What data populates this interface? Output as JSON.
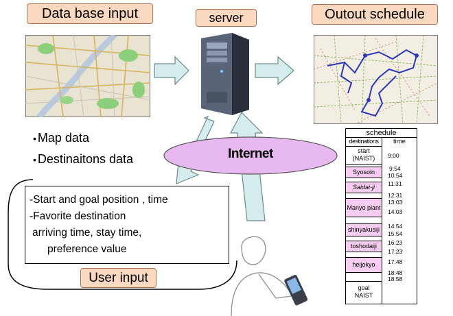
{
  "titles": {
    "database_input": "Data base input",
    "server": "server",
    "output_schedule": "Outout schedule",
    "user_input": "User input"
  },
  "database_items": [
    "Map data",
    "Destinaitons data"
  ],
  "internet_label": "Internet",
  "user_input_lines": [
    "-Start and goal position , time",
    "-Favorite destination",
    "arriving time, stay time,",
    "preference value"
  ],
  "schedule": {
    "title": "schedule",
    "col_destinations": "destinations",
    "col_time": "time",
    "rows": [
      {
        "name": "start\n(NAIST)",
        "highlight": false
      },
      {
        "name": "Syosoin",
        "highlight": true
      },
      {
        "name": "Saidai-ji",
        "highlight": true
      },
      {
        "name": "Manyo plant",
        "highlight": true
      },
      {
        "name": "shinyakusiji",
        "highlight": true
      },
      {
        "name": "toshodaiji",
        "highlight": true
      },
      {
        "name": "heijokyo",
        "highlight": true
      },
      {
        "name": "goal\nNAIST",
        "highlight": false
      }
    ],
    "times": [
      "9:00",
      "9:54",
      "10:54",
      "11:31",
      "12:31",
      "13:03",
      "14:03",
      "14:54",
      "15:54",
      "16:23",
      "17:23",
      "17:48",
      "18:48",
      "18:58"
    ]
  },
  "colors": {
    "tag_fill": "#fbd9c0",
    "arrow_fill": "#d4ecec",
    "internet_fill": "#e8b8f0",
    "route_color": "#2a35b8",
    "schedule_highlight": "#f6cdf0"
  }
}
